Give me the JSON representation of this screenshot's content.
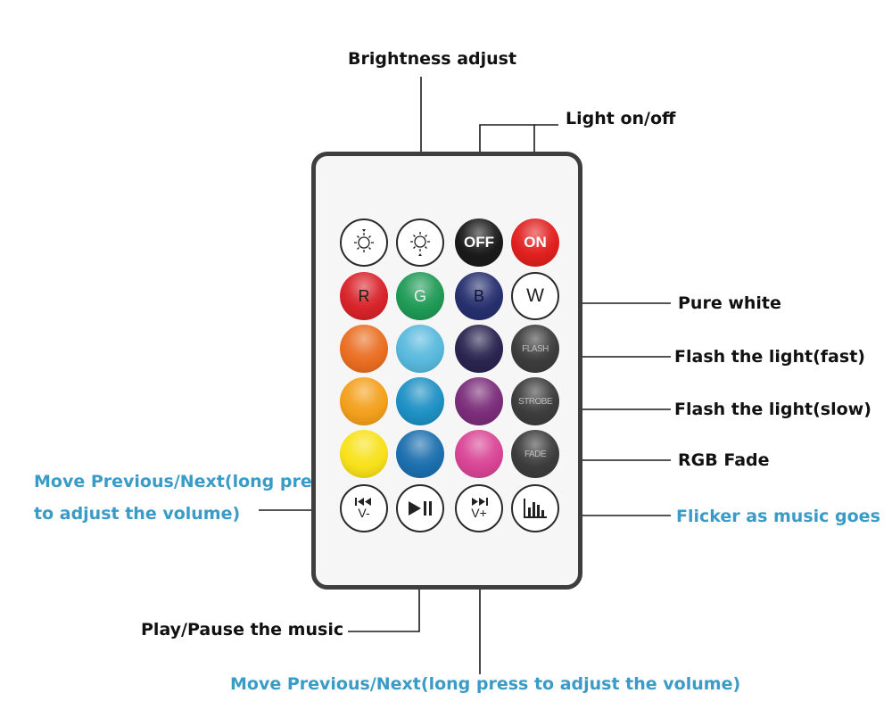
{
  "labels": {
    "brightness": "Brightness adjust",
    "light_onoff": "Light on/off",
    "pure_white": "Pure white",
    "flash_fast": "Flash the light(fast)",
    "flash_slow": "Flash the light(slow)",
    "rgb_fade": "RGB Fade",
    "prev_next_left_line1": "Move Previous/Next(long press",
    "prev_next_left_line2": "to adjust the volume)",
    "flicker_music": "Flicker as music goes",
    "play_pause": "Play/Pause the music",
    "prev_next_bottom": "Move Previous/Next(long press to adjust the volume)"
  },
  "buttons": {
    "off": "OFF",
    "on": "ON",
    "r": "R",
    "g": "G",
    "b": "B",
    "w": "W",
    "flash": "FLASH",
    "strobe": "STROBE",
    "fade": "FADE",
    "vol_down": "V-",
    "vol_up": "V+"
  },
  "colors": {
    "accent_blue": "#3a9bc6",
    "red": "#d8232a",
    "green": "#1f9a56",
    "blue": "#27306f",
    "orange": "#ea6e22",
    "light_blue": "#58b9dd",
    "navy": "#2a2450",
    "amber": "#f3a01c",
    "cyan_blue": "#1e90c4",
    "purple": "#7b2d7a",
    "yellow": "#f8e11a",
    "mid_blue": "#1c6fae",
    "pink": "#d94596",
    "dark_grey": "#3c3c3c",
    "black": "#1a1a1a",
    "on_red": "#e0201f"
  },
  "icons": {
    "brightness_down": "sun-arrow-down-icon",
    "brightness_up": "sun-arrow-up-icon",
    "prev": "skip-previous-icon",
    "play_pause": "play-pause-icon",
    "next": "skip-next-icon",
    "music": "equalizer-icon"
  }
}
